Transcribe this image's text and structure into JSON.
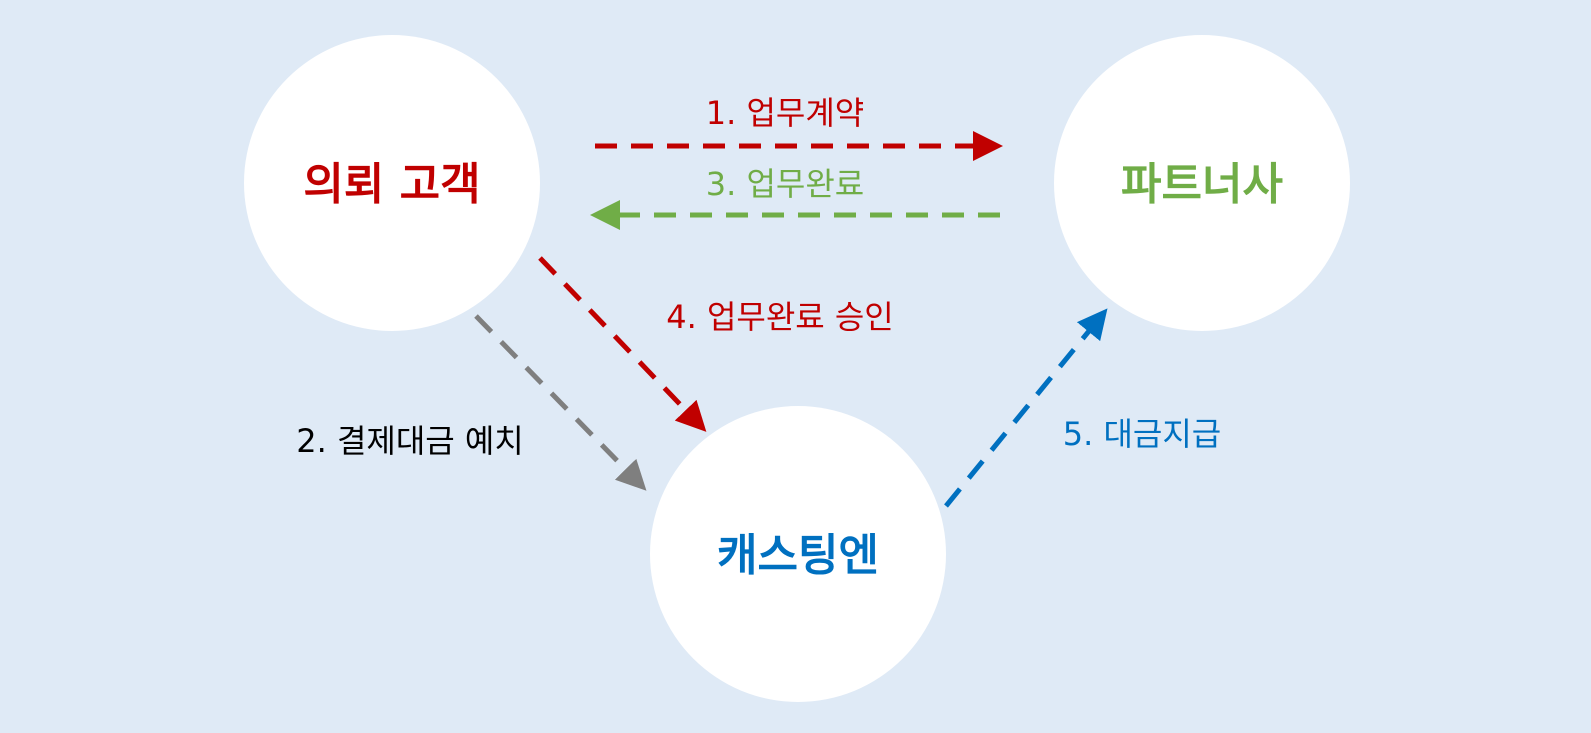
{
  "nodes": {
    "client": "의뢰 고객",
    "partner": "파트너사",
    "castingn": "캐스팅엔"
  },
  "steps": {
    "s1": "1. 업무계약",
    "s2": "2. 결제대금 예치",
    "s3": "3. 업무완료",
    "s4": "4. 업무완료 승인",
    "s5": "5. 대금지급"
  },
  "colors": {
    "red": "#c00000",
    "green": "#70ad47",
    "blue": "#0070c0",
    "gray": "#7f7f7f",
    "bg": "#dfeaf6"
  }
}
